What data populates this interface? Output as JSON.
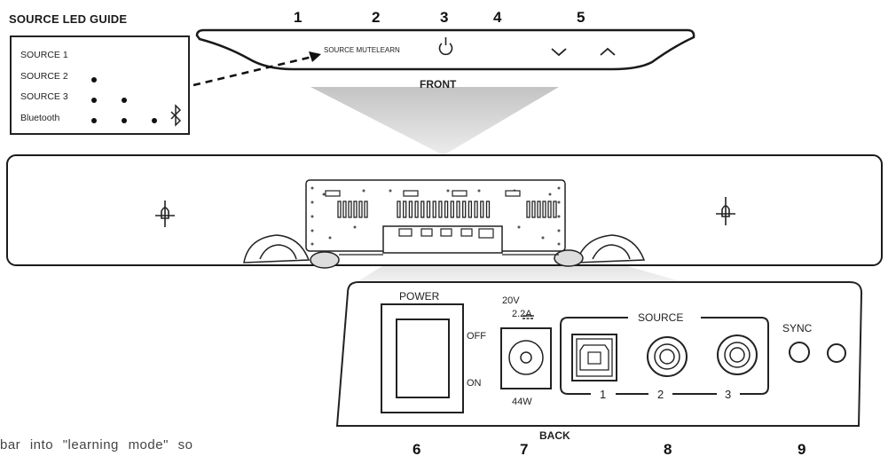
{
  "led_guide": {
    "title": "SOURCE LED GUIDE",
    "rows": [
      {
        "label": "SOURCE 1",
        "dots": 1
      },
      {
        "label": "SOURCE 2",
        "dots": 2
      },
      {
        "label": "SOURCE 3",
        "dots": 3
      },
      {
        "label": "Bluetooth",
        "icon": "bluetooth-icon"
      }
    ]
  },
  "front": {
    "label": "FRONT",
    "panel_text": "SOURCE MUTELEARN",
    "callouts": [
      "1",
      "2",
      "3",
      "4",
      "5"
    ],
    "icons": [
      "power-icon",
      "chevron-down-icon",
      "chevron-up-icon"
    ]
  },
  "back": {
    "label": "BACK",
    "power_label": "POWER",
    "switch_off": "OFF",
    "switch_on": "ON",
    "dc_voltage": "20V",
    "dc_current": "2.2A",
    "dc_watts": "44W",
    "source_label": "SOURCE",
    "source_numbers": [
      "1",
      "2",
      "3"
    ],
    "sync_label": "SYNC",
    "callouts": [
      "6",
      "7",
      "8",
      "9"
    ]
  },
  "body_text": "bar into \"learning mode\" so"
}
